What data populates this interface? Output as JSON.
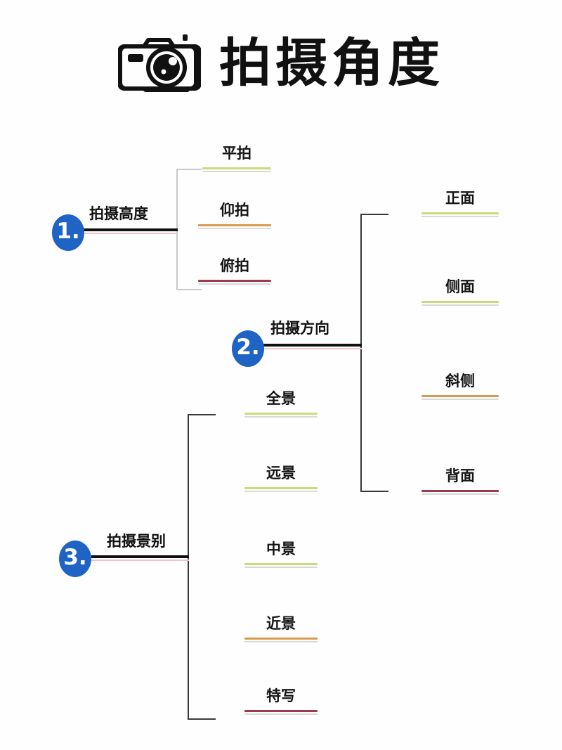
{
  "title": {
    "text": "拍摄角度",
    "icon": "camera-icon"
  },
  "colors": {
    "badge_blue": "#1f63c4",
    "stem_black": "#111111",
    "stem_pink": "#f0c3cb",
    "rule_green": "#cadb7a",
    "rule_orange": "#d89a4e",
    "rule_maroon": "#9e3a4e",
    "rule_shadow": "#d9d9d9",
    "bracket_gray": "#6f6f6f",
    "background": "#fefefe"
  },
  "branches": [
    {
      "number": "1.",
      "label": "拍摄高度",
      "children": [
        {
          "label": "平拍",
          "rule_color": "#cadb7a"
        },
        {
          "label": "仰拍",
          "rule_color": "#d89a4e"
        },
        {
          "label": "俯拍",
          "rule_color": "#9e3a4e"
        }
      ]
    },
    {
      "number": "2.",
      "label": "拍摄方向",
      "children": [
        {
          "label": "正面",
          "rule_color": "#cadb7a"
        },
        {
          "label": "侧面",
          "rule_color": "#cadb7a"
        },
        {
          "label": "斜侧",
          "rule_color": "#d89a4e"
        },
        {
          "label": "背面",
          "rule_color": "#9e3a4e"
        }
      ]
    },
    {
      "number": "3.",
      "label": "拍摄景别",
      "children": [
        {
          "label": "全景",
          "rule_color": "#cadb7a"
        },
        {
          "label": "远景",
          "rule_color": "#cadb7a"
        },
        {
          "label": "中景",
          "rule_color": "#cadb7a"
        },
        {
          "label": "近景",
          "rule_color": "#d89a4e"
        },
        {
          "label": "特写",
          "rule_color": "#9e3a4e"
        }
      ]
    }
  ]
}
